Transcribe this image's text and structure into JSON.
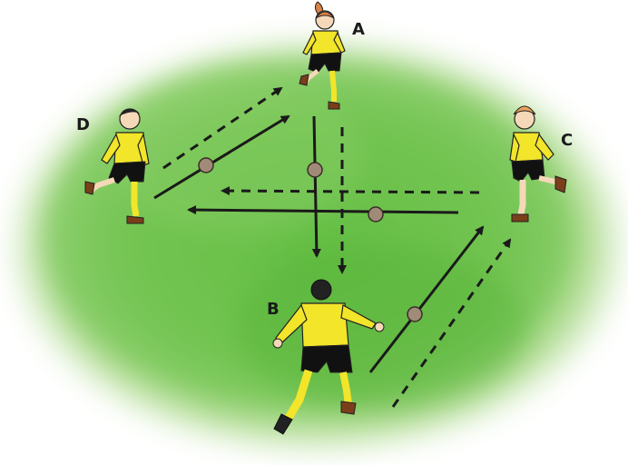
{
  "diagram": {
    "colors": {
      "grass_center": "#5dbb3e",
      "grass_edge": "#cfe8b5",
      "background": "#ffffff",
      "arrow": "#1a1a1a",
      "ball": "#a08a78",
      "jersey": "#f2e52a",
      "shorts": "#111111",
      "socks": "#f2e52a",
      "skin": "#f4d8b8",
      "boot": "#7a3f1a"
    },
    "players": [
      {
        "id": "A",
        "label": "A"
      },
      {
        "id": "B",
        "label": "B"
      },
      {
        "id": "C",
        "label": "C"
      },
      {
        "id": "D",
        "label": "D"
      }
    ],
    "passes": [
      {
        "from": "D",
        "to": "A",
        "type": "ball"
      },
      {
        "from": "D",
        "to": "A",
        "type": "run"
      },
      {
        "from": "A",
        "to": "B",
        "type": "ball"
      },
      {
        "from": "A",
        "to": "B",
        "type": "run"
      },
      {
        "from": "C",
        "to": "D",
        "type": "ball"
      },
      {
        "from": "C",
        "to": "D",
        "type": "run"
      },
      {
        "from": "B",
        "to": "C",
        "type": "ball"
      },
      {
        "from": "B",
        "to": "C",
        "type": "run"
      }
    ]
  }
}
